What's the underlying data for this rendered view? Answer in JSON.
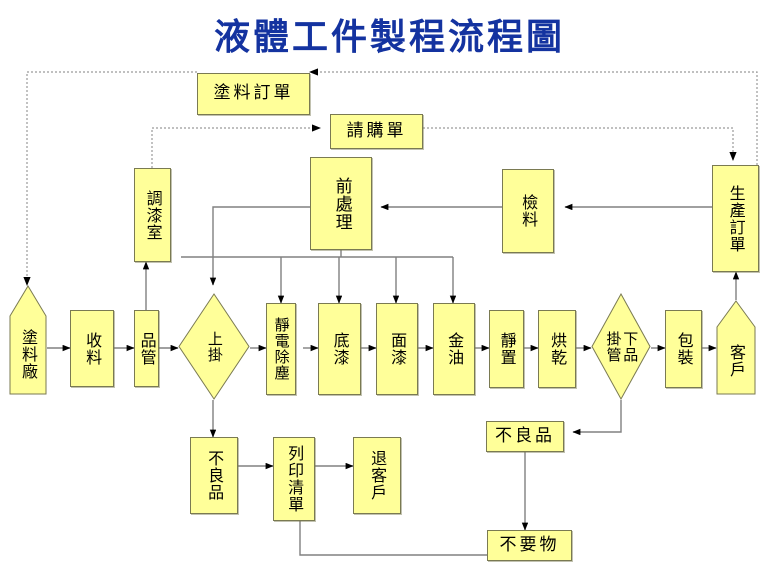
{
  "title": "液體工件製程流程圖",
  "theme": {
    "node_fill": "#FFFF99",
    "node_border": "#7A7A52",
    "title_color": "#1433A0",
    "solid_connector": "#808080",
    "dashed_connector": "#9A9A9A",
    "arrow_color": "#000000",
    "page_background": "#FFFFFF"
  },
  "nodes": {
    "paint_order": {
      "label": "塗料訂單",
      "shape": "rect"
    },
    "purchase_request": {
      "label": "請購單",
      "shape": "rect"
    },
    "paint_mixing_room": {
      "label": "調漆室",
      "shape": "rect"
    },
    "pretreatment": {
      "label": "前處理",
      "shape": "rect"
    },
    "material_check": {
      "label": "檢料",
      "shape": "rect"
    },
    "production_order": {
      "label": "生產訂單",
      "shape": "rect"
    },
    "paint_factory": {
      "label": "塗料廠",
      "shape": "pentagon"
    },
    "receiving": {
      "label": "收料",
      "shape": "rect"
    },
    "quality_control": {
      "label": "品管",
      "shape": "rect"
    },
    "hang_on": {
      "label": "上掛",
      "shape": "diamond",
      "label_cols": [
        "上掛"
      ]
    },
    "electrostatic_dust": {
      "label": "靜電除塵",
      "shape": "rect"
    },
    "primer": {
      "label": "底漆",
      "shape": "rect"
    },
    "topcoat": {
      "label": "面漆",
      "shape": "rect"
    },
    "clearcoat": {
      "label": "金油",
      "shape": "rect"
    },
    "standing": {
      "label": "靜置",
      "shape": "rect"
    },
    "drying": {
      "label": "烘乾",
      "shape": "rect"
    },
    "hang_off_qc": {
      "label": "下掛品管",
      "shape": "diamond",
      "label_cols": [
        "下品",
        "掛管"
      ]
    },
    "packaging": {
      "label": "包裝",
      "shape": "rect"
    },
    "customer": {
      "label": "客戶",
      "shape": "pentagon"
    },
    "defect_left": {
      "label": "不良品",
      "shape": "rect"
    },
    "print_list": {
      "label": "列印清單",
      "shape": "rect"
    },
    "return_customer": {
      "label": "退客戶",
      "shape": "rect"
    },
    "defect_right": {
      "label": "不良品",
      "shape": "rect"
    },
    "waste": {
      "label": "不要物",
      "shape": "rect"
    }
  },
  "flow": {
    "solid_edges": [
      "塗料廠 → 收料",
      "收料 → 品管",
      "品管 → 上掛",
      "品管 → 調漆室",
      "上掛 → 靜電除塵",
      "靜電除塵 → 底漆",
      "底漆 → 面漆",
      "面漆 → 金油",
      "金油 → 靜置",
      "靜置 → 烘乾",
      "烘乾 → 下掛品管",
      "下掛品管 → 包裝",
      "包裝 → 客戶",
      "客戶 → 生產訂單",
      "生產訂單 → 檢料",
      "檢料 → 前處理",
      "前處理 → 上掛",
      "前處理 → 底漆",
      "前處理 → 面漆",
      "前處理 → 金油",
      "上掛 → 不良品",
      "不良品 → 列印清單",
      "列印清單 → 退客戶",
      "下掛品管 → 不良品(右)",
      "不良品(右) → 不要物",
      "不要物 → 列印清單"
    ],
    "dashed_edges": [
      "塗料訂單 → 塗料廠",
      "調漆室 → 請購單",
      "請購單 → 生產訂單",
      "生產訂單 → 塗料訂單"
    ]
  }
}
